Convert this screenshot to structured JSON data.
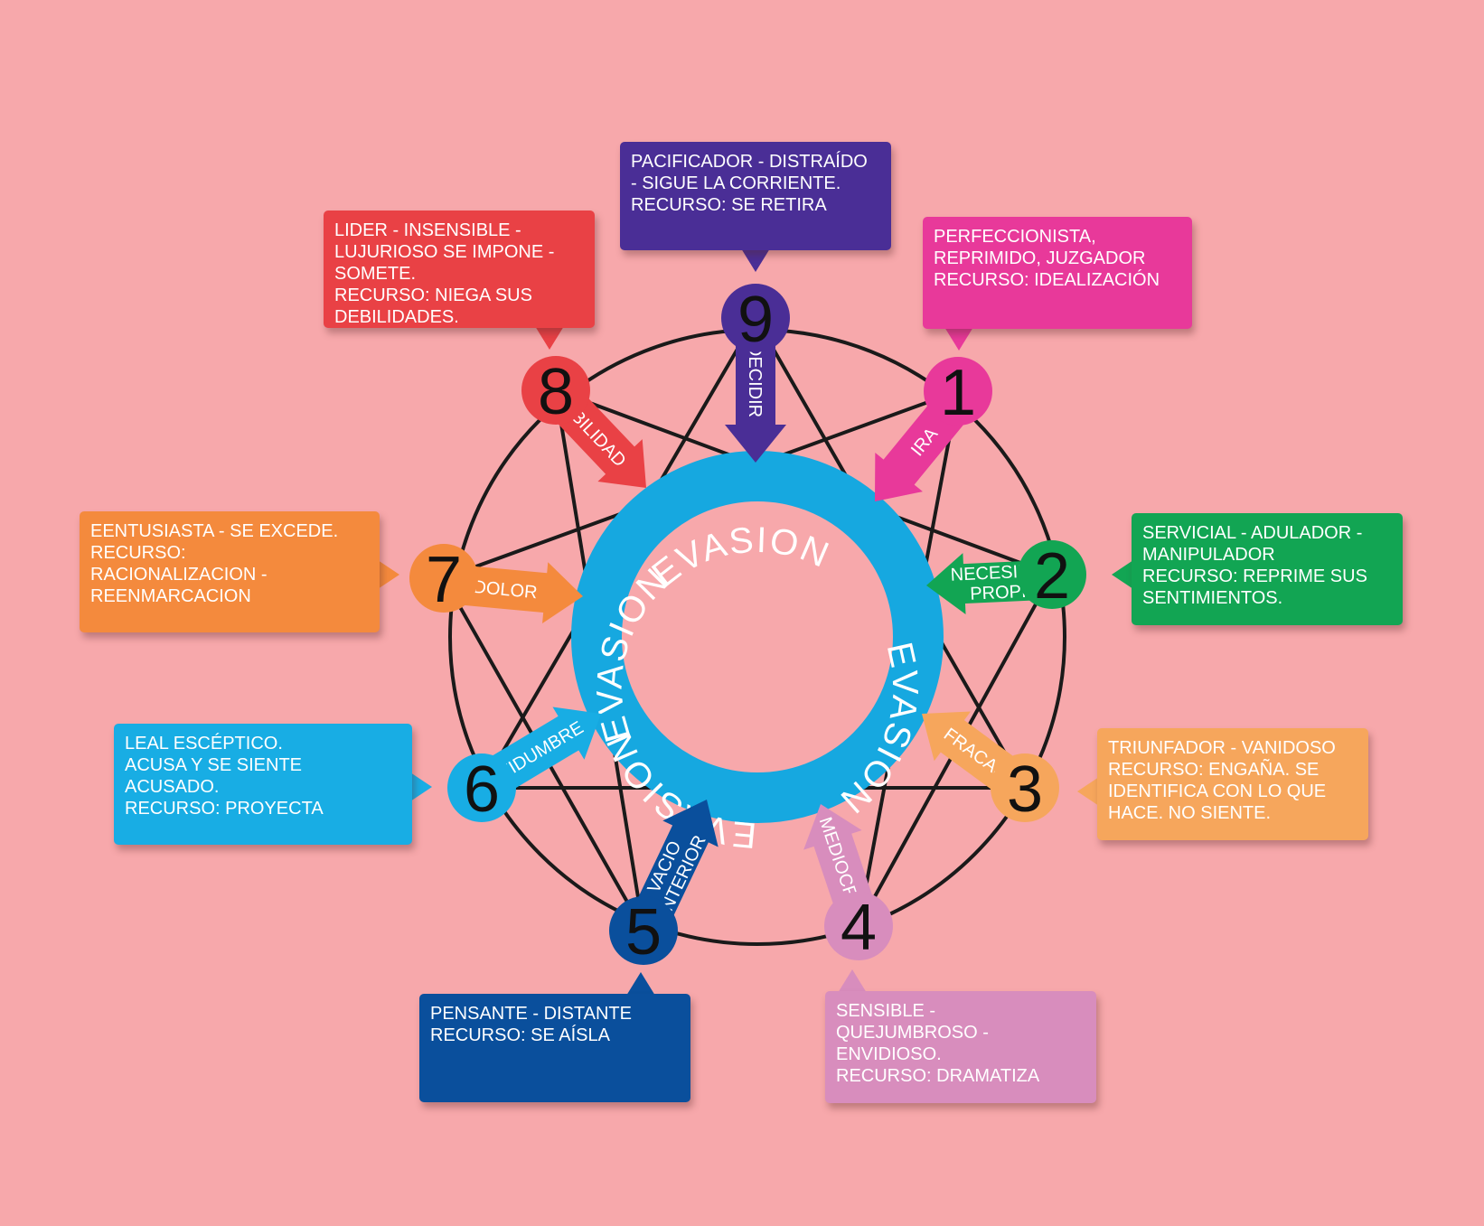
{
  "diagram": {
    "ring_word": "EVASION",
    "colors": {
      "background": "#f7a8ab",
      "ring": "#16a8e0",
      "lines": "#1a1a1a"
    },
    "points": [
      {
        "number": "1",
        "color": "#e8399a",
        "arrow_label": "IRA",
        "description": [
          "PERFECCIONISTA,",
          "REPRIMIDO, JUZGADOR",
          "RECURSO: IDEALIZACIÓN"
        ]
      },
      {
        "number": "2",
        "color": "#12a553",
        "arrow_label": "NECESIDAD PROPIA",
        "description": [
          "SERVICIAL - ADULADOR -",
          "MANIPULADOR",
          "RECURSO: REPRIME SUS",
          "SENTIMIENTOS."
        ]
      },
      {
        "number": "3",
        "color": "#f6a65c",
        "arrow_label": "FRACASO",
        "description": [
          "TRIUNFADOR - VANIDOSO",
          "RECURSO: ENGAÑA. SE",
          "IDENTIFICA CON LO QUE",
          "HACE. NO SIENTE."
        ]
      },
      {
        "number": "4",
        "color": "#d88dbd",
        "arrow_label": "MEDIOCRIDAD",
        "description": [
          "SENSIBLE -",
          "QUEJUMBROSO -",
          "ENVIDIOSO.",
          "RECURSO: DRAMATIZA"
        ]
      },
      {
        "number": "5",
        "color": "#0a4f9c",
        "arrow_label": "VACIO INTERIOR",
        "description": [
          "PENSANTE - DISTANTE",
          "RECURSO: SE AÍSLA"
        ]
      },
      {
        "number": "6",
        "color": "#18ade4",
        "arrow_label": "INCERTIDUMBRE",
        "description": [
          "LEAL ESCÉPTICO.",
          "ACUSA Y SE SIENTE",
          "ACUSADO.",
          "RECURSO: PROYECTA"
        ]
      },
      {
        "number": "7",
        "color": "#f48a3d",
        "arrow_label": "DOLOR",
        "description": [
          "EENTUSIASTA - SE EXCEDE.",
          "RECURSO:",
          "RACIONALIZACION -",
          "REENMARCACION"
        ]
      },
      {
        "number": "8",
        "color": "#e94145",
        "arrow_label": "DEBILIDAD",
        "description": [
          "LIDER - INSENSIBLE -",
          "LUJURIOSO SE IMPONE -",
          "SOMETE.",
          "RECURSO: NIEGA SUS",
          "DEBILIDADES."
        ]
      },
      {
        "number": "9",
        "color": "#4a2e96",
        "arrow_label": "DECIDIR",
        "description": [
          "PACIFICADOR - DISTRAÍDO",
          "- SIGUE LA CORRIENTE.",
          "RECURSO: SE RETIRA"
        ]
      }
    ]
  }
}
